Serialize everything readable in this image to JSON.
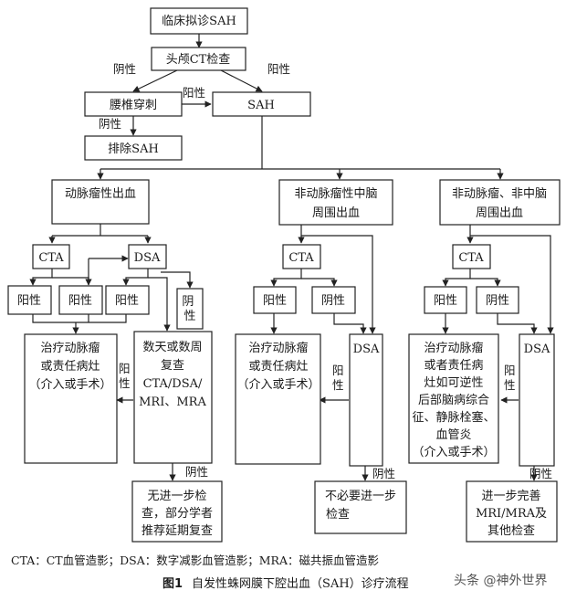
{
  "nodes": {
    "clinical_suspect": "临床拟诊SAH",
    "ct": "头颅CT检查",
    "lumbar": "腰椎穿刺",
    "sah": "SAH",
    "exclude": "排除SAH",
    "aneurysmal": "动脉瘤性出血",
    "nonaneurysmal_peri": [
      "非动脉瘤性中脑",
      "周围出血"
    ],
    "nonaneurysmal_non": [
      "非动脉瘤、非中脑",
      "周围出血"
    ],
    "cta": "CTA",
    "dsa": "DSA",
    "positive": "阳性",
    "negative": "阴性",
    "treat_a": [
      "治疗动脉瘤",
      "或责任病灶",
      "（介入或手术）"
    ],
    "recheck": [
      "数天或数周",
      "复查",
      "CTA/DSA/",
      "MRI、MRA"
    ],
    "treat_b": [
      "治疗动脉瘤",
      "或责任病灶",
      "（介入或手术）"
    ],
    "treat_c": [
      "治疗动脉瘤",
      "或者责任病",
      "灶如可逆性",
      "后部脑病综合",
      "征、静脉栓塞、",
      "血管炎",
      "（介入或手术）"
    ],
    "no_further_a": [
      "无进一步检",
      "查，部分学者",
      "推荐延期复查"
    ],
    "no_further_b": [
      "不必要进一步",
      "检查"
    ],
    "further": [
      "进一步完善",
      "MRI/MRA及",
      "其他检查"
    ]
  },
  "legend": "CTA：CT血管造影；DSA：数字减影血管造影；MRA：磁共振血管造影",
  "caption": {
    "label": "图1",
    "text": "自发性蛛网膜下腔出血（SAH）诊疗流程"
  },
  "watermark": "头条 @神外世界"
}
